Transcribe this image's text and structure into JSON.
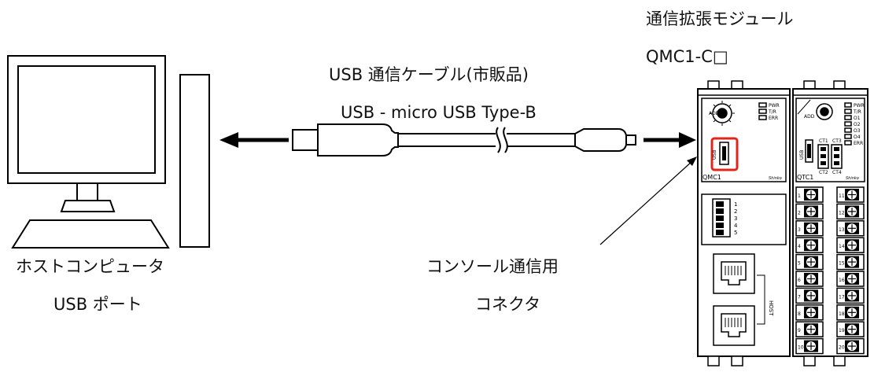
{
  "labels": {
    "module_title": "通信拡張モジュール",
    "module_model": "QMC1-C□",
    "cable_name": "USB 通信ケーブル(市販品)",
    "cable_type": "USB - micro USB Type-B",
    "host_name": "ホストコンピュータ",
    "host_port": "USB ポート",
    "connector_name": "コンソール通信用",
    "connector_sub": "コネクタ"
  },
  "device_markings": {
    "addr": "ADD",
    "usb": "USB",
    "pwr": "PWR",
    "tr": "T/R",
    "err": "ERR",
    "o1": "O1",
    "o2": "O2",
    "o3": "O3",
    "o4": "O4",
    "ct1": "CT1",
    "ct2": "CT2",
    "ct3": "CT3",
    "ct4": "CT4",
    "qmc_model": "QMC1",
    "qtc_model": "QTC1",
    "brand": "Shinko",
    "host_port": "HOST",
    "pin_1": "1",
    "pin_2": "2",
    "pin_3": "3",
    "pin_4": "4",
    "pin_5": "5",
    "term_1": "1",
    "term_2": "2",
    "term_3": "3",
    "term_4": "4",
    "term_5": "5",
    "term_6": "6",
    "term_7": "7",
    "term_8": "8",
    "term_9": "9",
    "term_10": "10",
    "term_11": "11",
    "term_12": "12",
    "term_13": "13",
    "term_14": "14",
    "term_15": "15",
    "term_16": "16",
    "term_17": "17",
    "term_18": "18",
    "term_19": "19",
    "term_20": "20"
  },
  "colors": {
    "line": "#000000",
    "highlight": "#e1251b"
  }
}
